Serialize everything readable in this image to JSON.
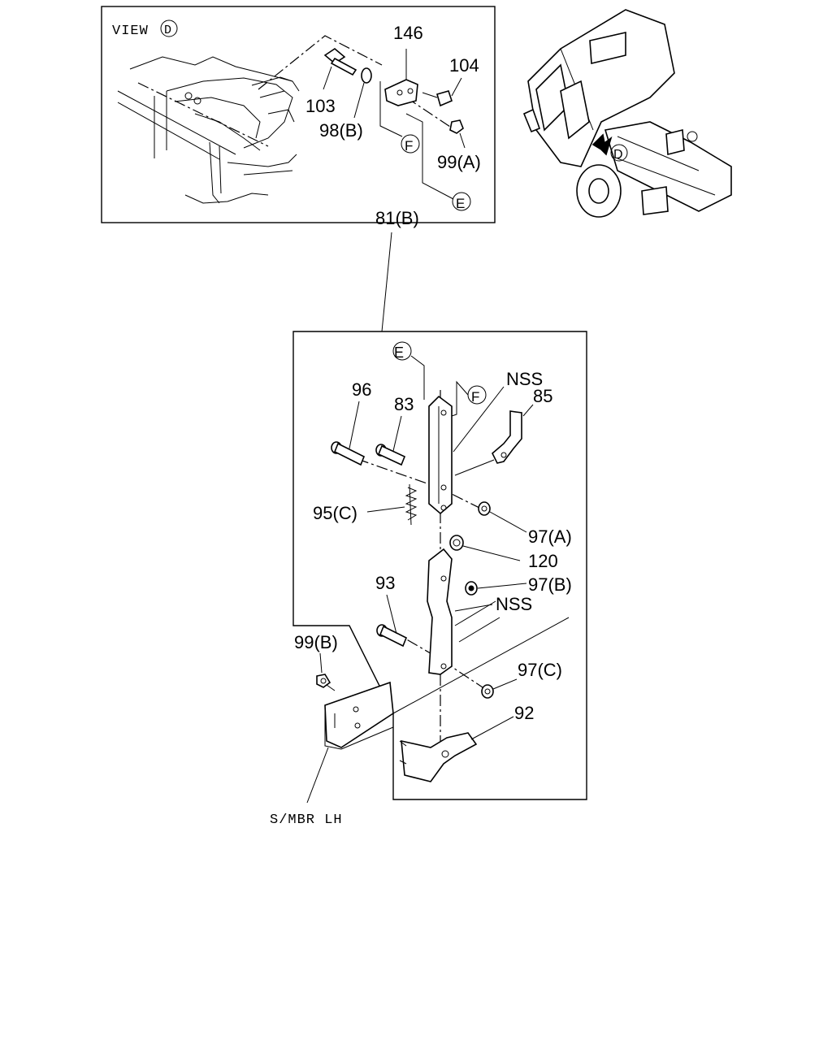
{
  "view_label": "VIEW",
  "view_ref": "D",
  "callouts": {
    "c146": "146",
    "c104": "104",
    "c103": "103",
    "c98b": "98(B)",
    "c99a": "99(A)",
    "refF_top": "F",
    "refE_top": "E",
    "truck_ref": "D",
    "c81b": "81(B)",
    "refE_main": "E",
    "refF_main": "F",
    "nss1": "NSS",
    "c85": "85",
    "c96": "96",
    "c83": "83",
    "c95c": "95(C)",
    "c97a": "97(A)",
    "c120": "120",
    "c93": "93",
    "c97b": "97(B)",
    "nss2": "NSS",
    "c99b": "99(B)",
    "c97c": "97(C)",
    "c92": "92",
    "smbr": "S/MBR  LH"
  }
}
